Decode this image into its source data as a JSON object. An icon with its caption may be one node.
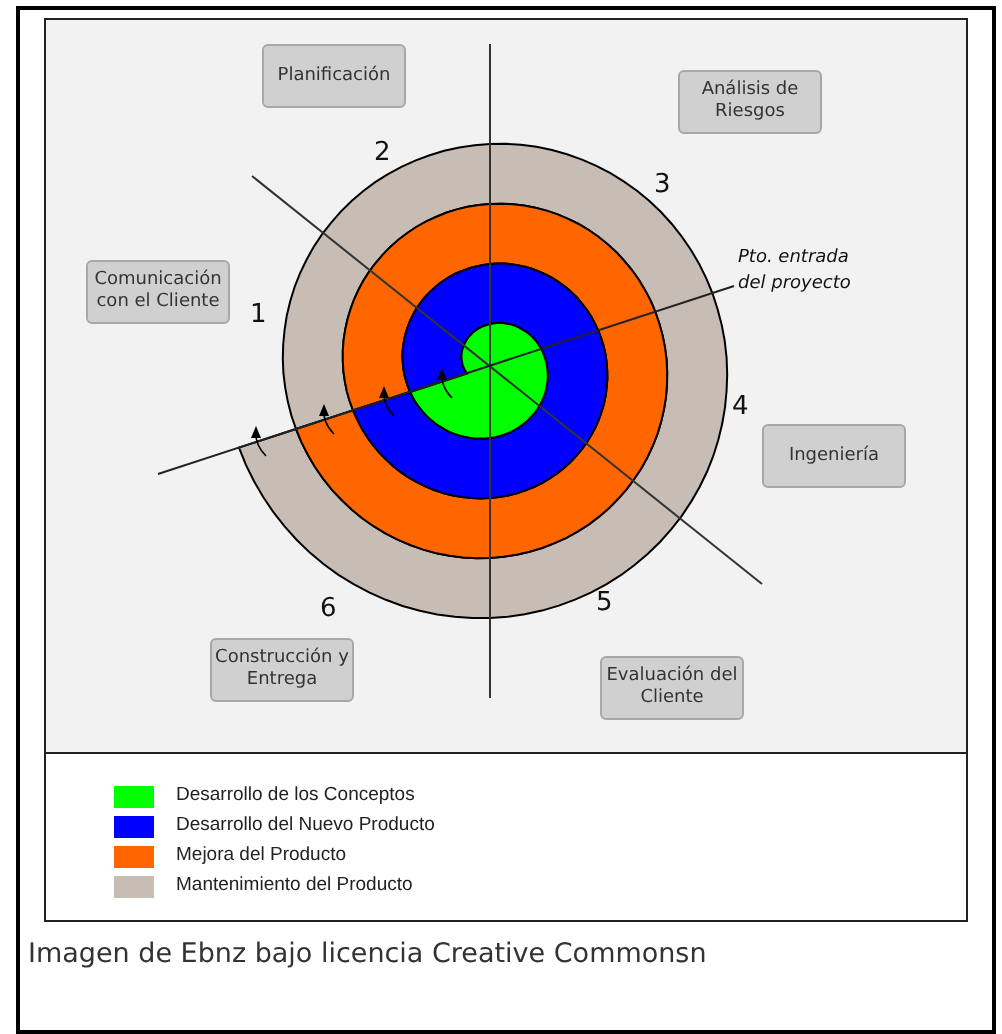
{
  "diagram": {
    "caption": "Imagen de Ebnz bajo licencia Creative Commonsn",
    "nodes": [
      {
        "text": [
          "Planificación"
        ]
      },
      {
        "text": [
          "Análisis de Riesgos"
        ]
      },
      {
        "text": [
          "Comunicación con el Cliente"
        ]
      },
      {
        "text": [
          "Ingeniería"
        ]
      },
      {
        "text": [
          "Construcción y Entrega"
        ]
      },
      {
        "text": [
          "Evaluación del Cliente"
        ]
      }
    ],
    "labels": [
      "2",
      "3",
      "Pto. entrada del proyecto",
      "1",
      "4",
      "6",
      "5"
    ],
    "legend": [
      {
        "text": "Desarrollo de los Conceptos",
        "color": "#00ff00"
      },
      {
        "text": "Desarrollo del Nuevo Producto",
        "color": "#0000ff"
      },
      {
        "text": "Mejora del Producto",
        "color": "#ff6600"
      },
      {
        "text": "Mantenimiento del Producto",
        "color": "#c8bdb5"
      }
    ]
  }
}
